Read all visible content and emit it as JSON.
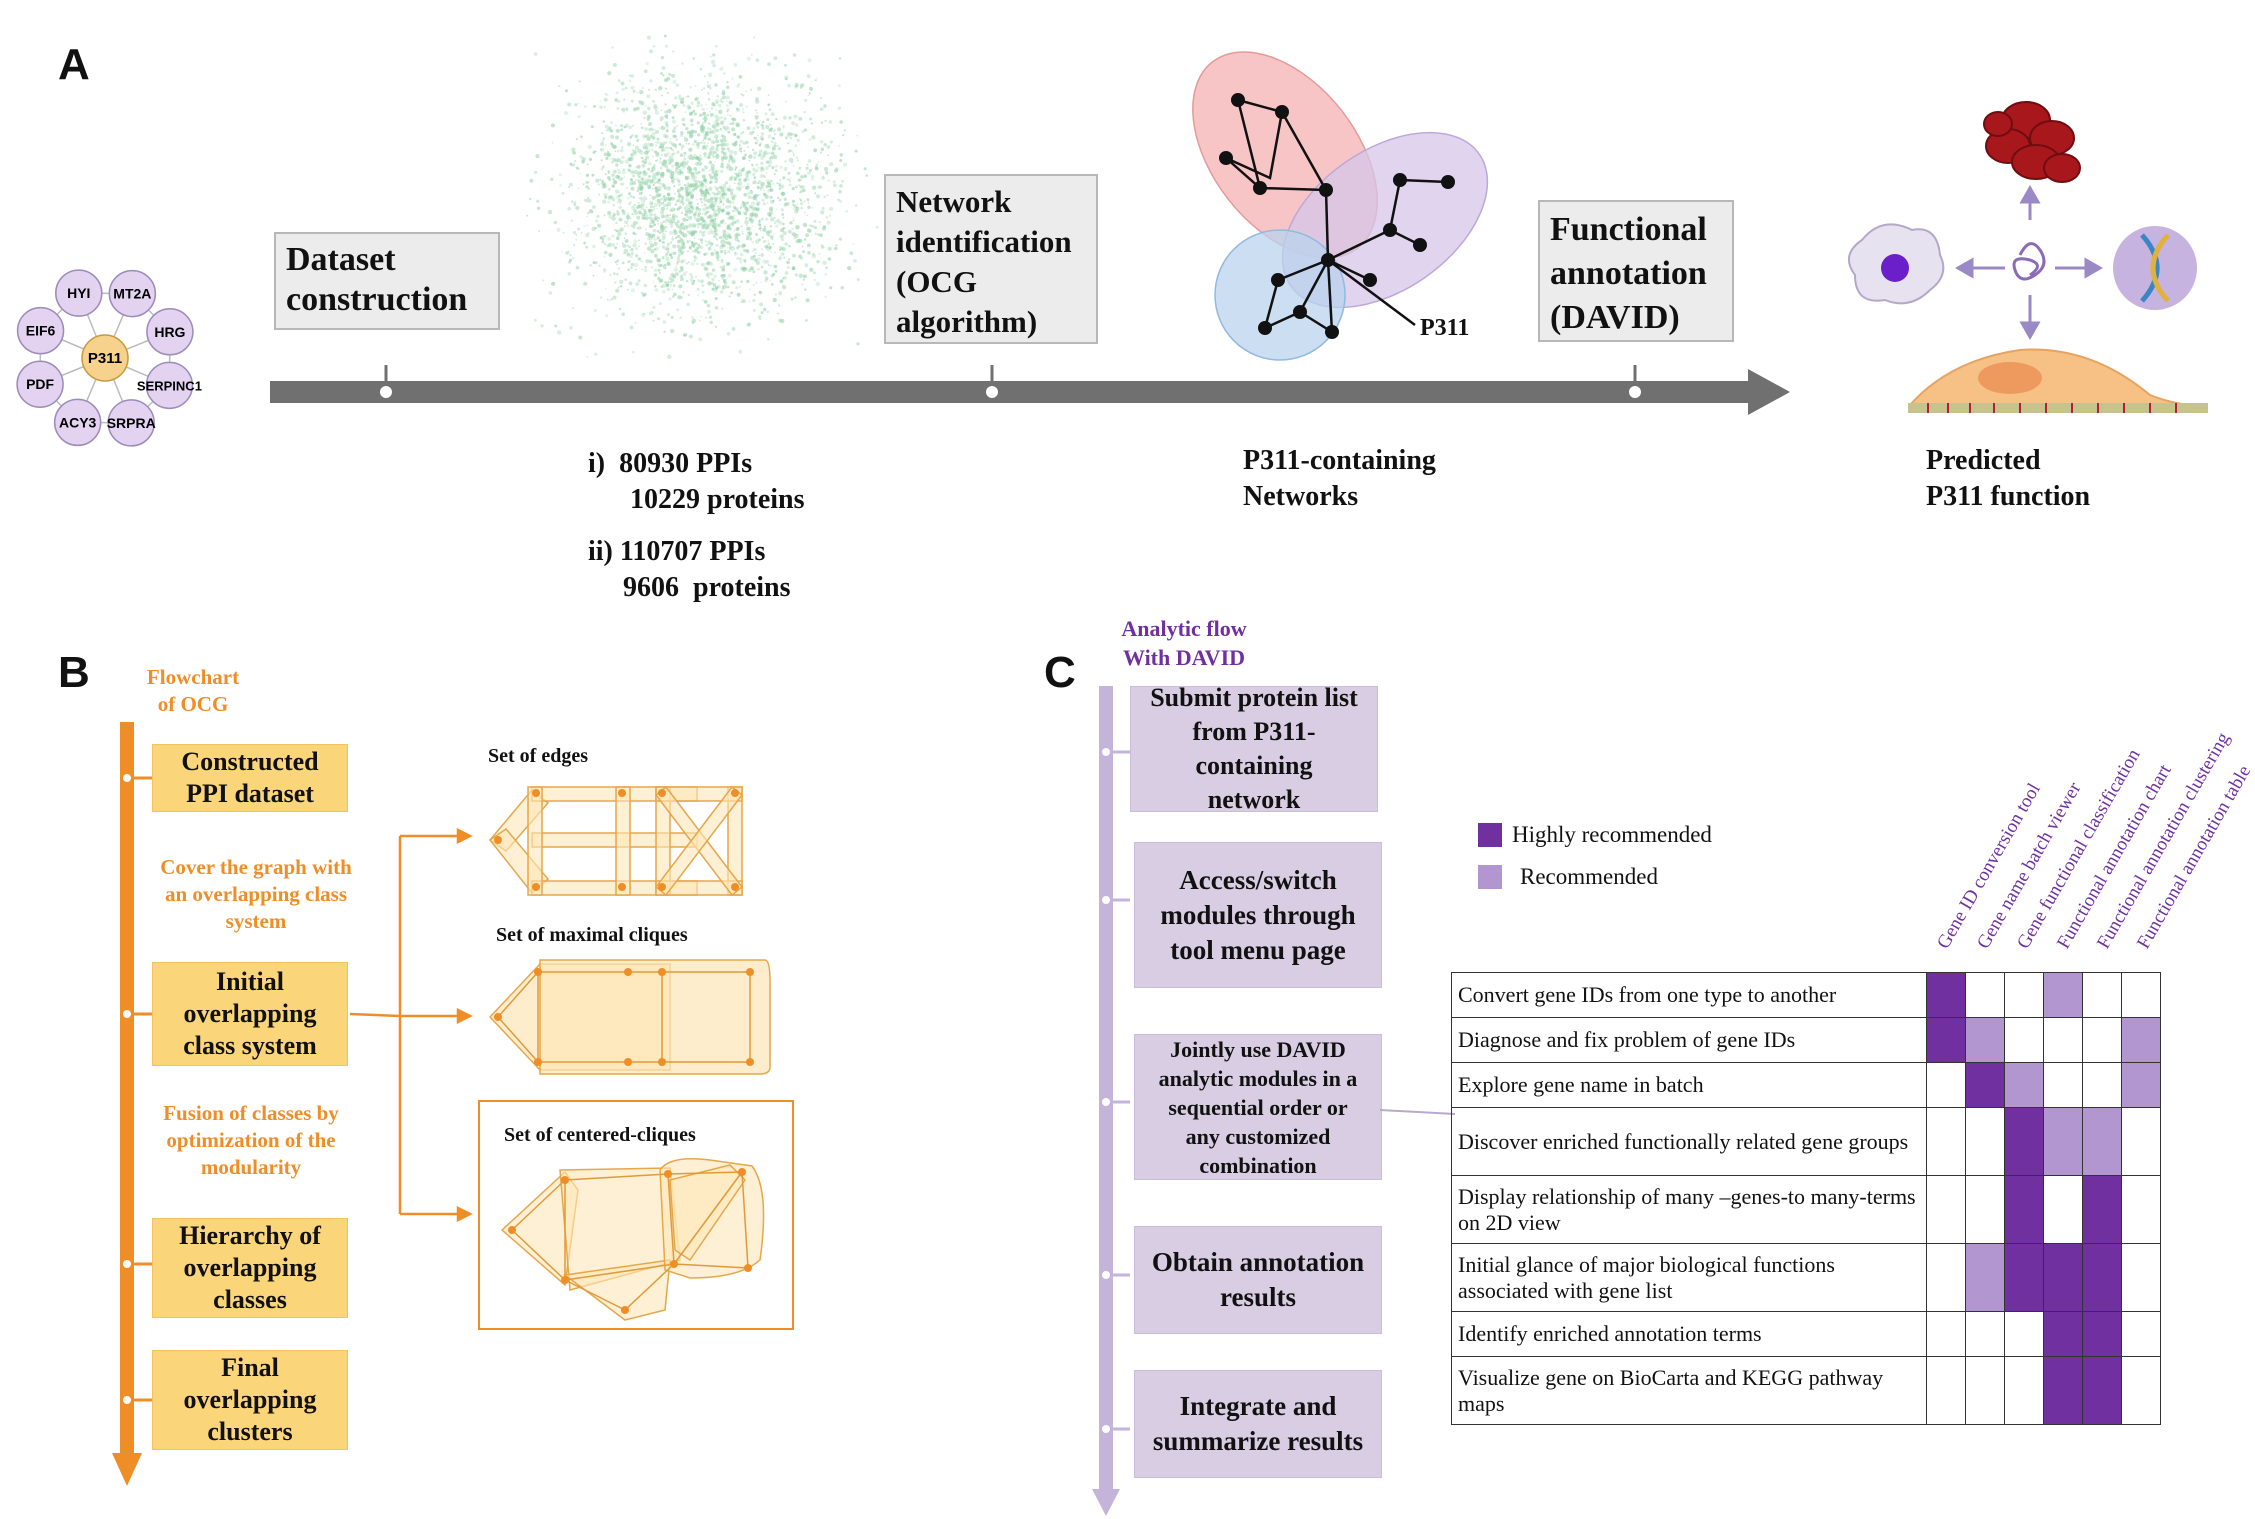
{
  "panels": {
    "a": "A",
    "b": "B",
    "c": "C"
  },
  "panel_a": {
    "hub": {
      "center": "P311",
      "neighbors": [
        "HYI",
        "MT2A",
        "HRG",
        "SERPINC1",
        "SRPRA",
        "ACY3",
        "PDF",
        "EIF6"
      ]
    },
    "steps": [
      "Dataset\nconstruction",
      "Network\nidentification\n(OCG\nalgorithm)",
      "Functional\nannotation\n(DAVID)"
    ],
    "dataset_stats": [
      "i)  80930 PPIs\n      10229 proteins",
      "ii) 110707 PPIs\n     9606  proteins"
    ],
    "network_label": "P311",
    "networks_caption": "P311-containing\nNetworks",
    "function_caption": "Predicted\nP311 function"
  },
  "panel_b": {
    "title": "Flowchart\nof OCG",
    "boxes": [
      "Constructed\nPPI dataset",
      "Initial\noverlapping\nclass system",
      "Hierarchy of\noverlapping\nclasses",
      "Final\noverlapping\nclusters"
    ],
    "notes": [
      "Cover the graph with\nan overlapping class\nsystem",
      "Fusion of classes by\noptimization of the\nmodularity"
    ],
    "sets": [
      "Set of edges",
      "Set of maximal cliques",
      "Set of centered-cliques"
    ]
  },
  "panel_c": {
    "title": "Analytic flow\nWith DAVID",
    "steps": [
      "Submit protein list\nfrom P311-\ncontaining\nnetwork",
      "Access/switch\nmodules through\ntool menu page",
      "Jointly use DAVID\nanalytic modules in a\nsequential order or\nany customized\ncombination",
      "Obtain annotation\nresults",
      "Integrate and\nsummarize results"
    ],
    "legend": [
      {
        "label": "Highly recommended",
        "color": "#7030a0"
      },
      {
        "label": "Recommended",
        "color": "#b196cf"
      }
    ],
    "columns": [
      "Gene ID conversion tool",
      "Gene name batch viewer",
      "Gene functional classification",
      "Functional annotation chart",
      "Functional annotation clustering",
      "Functional annotation table"
    ],
    "rows": [
      {
        "label": "Convert gene IDs from one type to another",
        "cells": [
          "H",
          "",
          "",
          "R",
          "",
          ""
        ]
      },
      {
        "label": "Diagnose and fix problem of gene IDs",
        "cells": [
          "H",
          "R",
          "",
          "",
          "",
          "R"
        ]
      },
      {
        "label": "Explore gene name in batch",
        "cells": [
          "",
          "H",
          "R",
          "",
          "",
          "R"
        ]
      },
      {
        "label": "Discover enriched functionally related gene groups",
        "cells": [
          "",
          "",
          "H",
          "R",
          "R",
          ""
        ]
      },
      {
        "label": "Display relationship of many –genes-to many-terms on 2D view",
        "cells": [
          "",
          "",
          "H",
          "",
          "H",
          ""
        ]
      },
      {
        "label": "Initial glance of major biological functions associated with gene list",
        "cells": [
          "",
          "R",
          "H",
          "H",
          "H",
          ""
        ]
      },
      {
        "label": "Identify enriched annotation terms",
        "cells": [
          "",
          "",
          "",
          "H",
          "H",
          ""
        ]
      },
      {
        "label": "Visualize gene on BioCarta and KEGG pathway maps",
        "cells": [
          "",
          "",
          "",
          "H",
          "H",
          ""
        ]
      }
    ]
  }
}
